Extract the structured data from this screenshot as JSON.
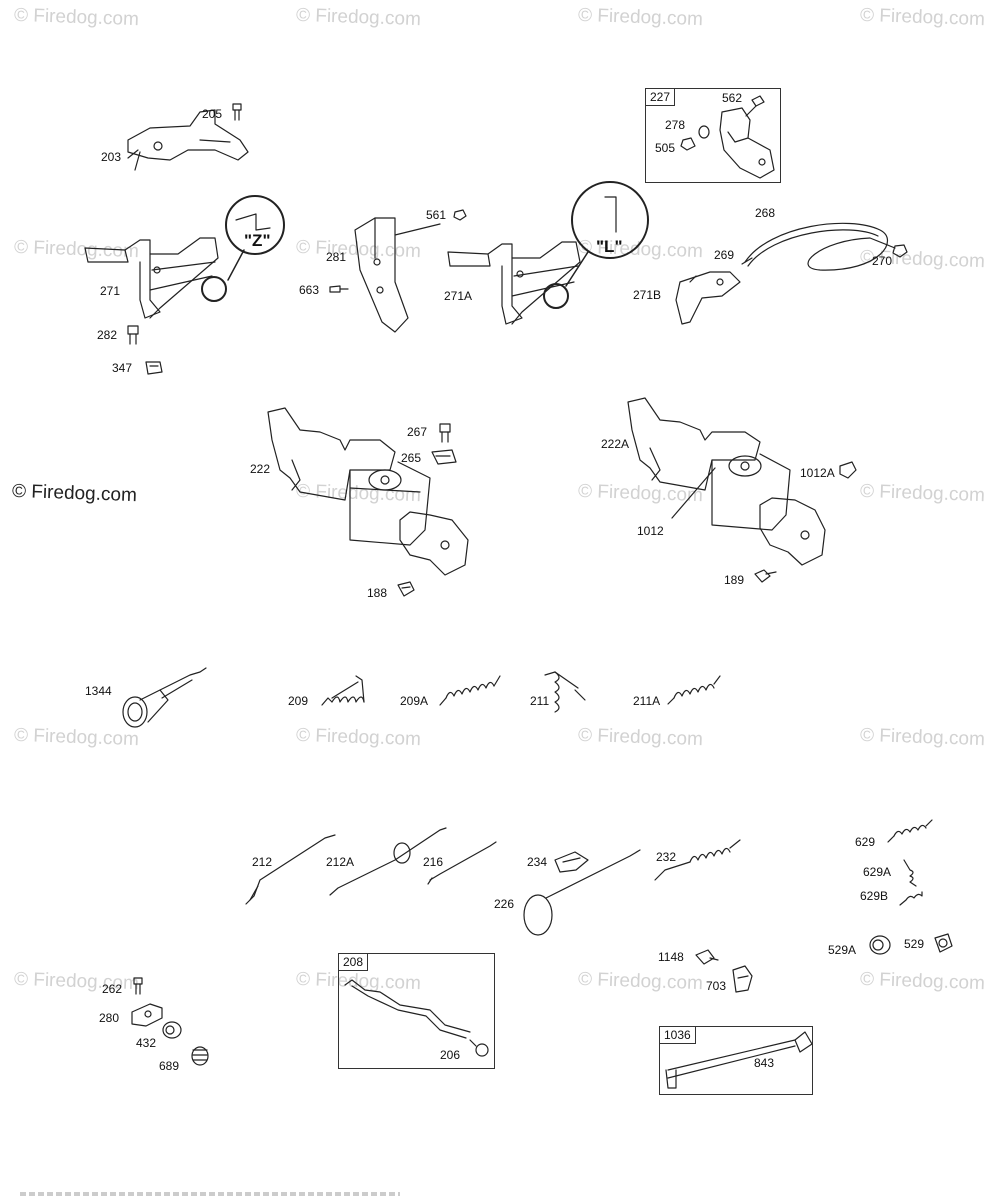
{
  "watermarks": {
    "small": "© Firedog.com",
    "large": "© Firedog.com"
  },
  "zoom": {
    "z_label": "\"Z\"",
    "l_label": "\"L\""
  },
  "boxes": {
    "box_227": "227",
    "box_208": "208",
    "box_1036": "1036"
  },
  "parts": {
    "p205": "205",
    "p203": "203",
    "p271": "271",
    "p282": "282",
    "p347": "347",
    "p281": "281",
    "p561": "561",
    "p663": "663",
    "p271A": "271A",
    "p562": "562",
    "p278": "278",
    "p505": "505",
    "p268": "268",
    "p269": "269",
    "p270": "270",
    "p271B": "271B",
    "p267": "267",
    "p265": "265",
    "p222": "222",
    "p188a": "188",
    "p222A": "222A",
    "p1012A": "1012A",
    "p1012": "1012",
    "p189": "189",
    "p1344": "1344",
    "p209": "209",
    "p209A": "209A",
    "p211": "211",
    "p211A": "211A",
    "p212": "212",
    "p212A": "212A",
    "p216": "216",
    "p234": "234",
    "p226": "226",
    "p232": "232",
    "p629": "629",
    "p629A": "629A",
    "p629B": "629B",
    "p529A": "529A",
    "p529": "529",
    "p1148": "1148",
    "p703": "703",
    "p262": "262",
    "p280": "280",
    "p432": "432",
    "p689": "689",
    "p206": "206",
    "p843": "843"
  }
}
